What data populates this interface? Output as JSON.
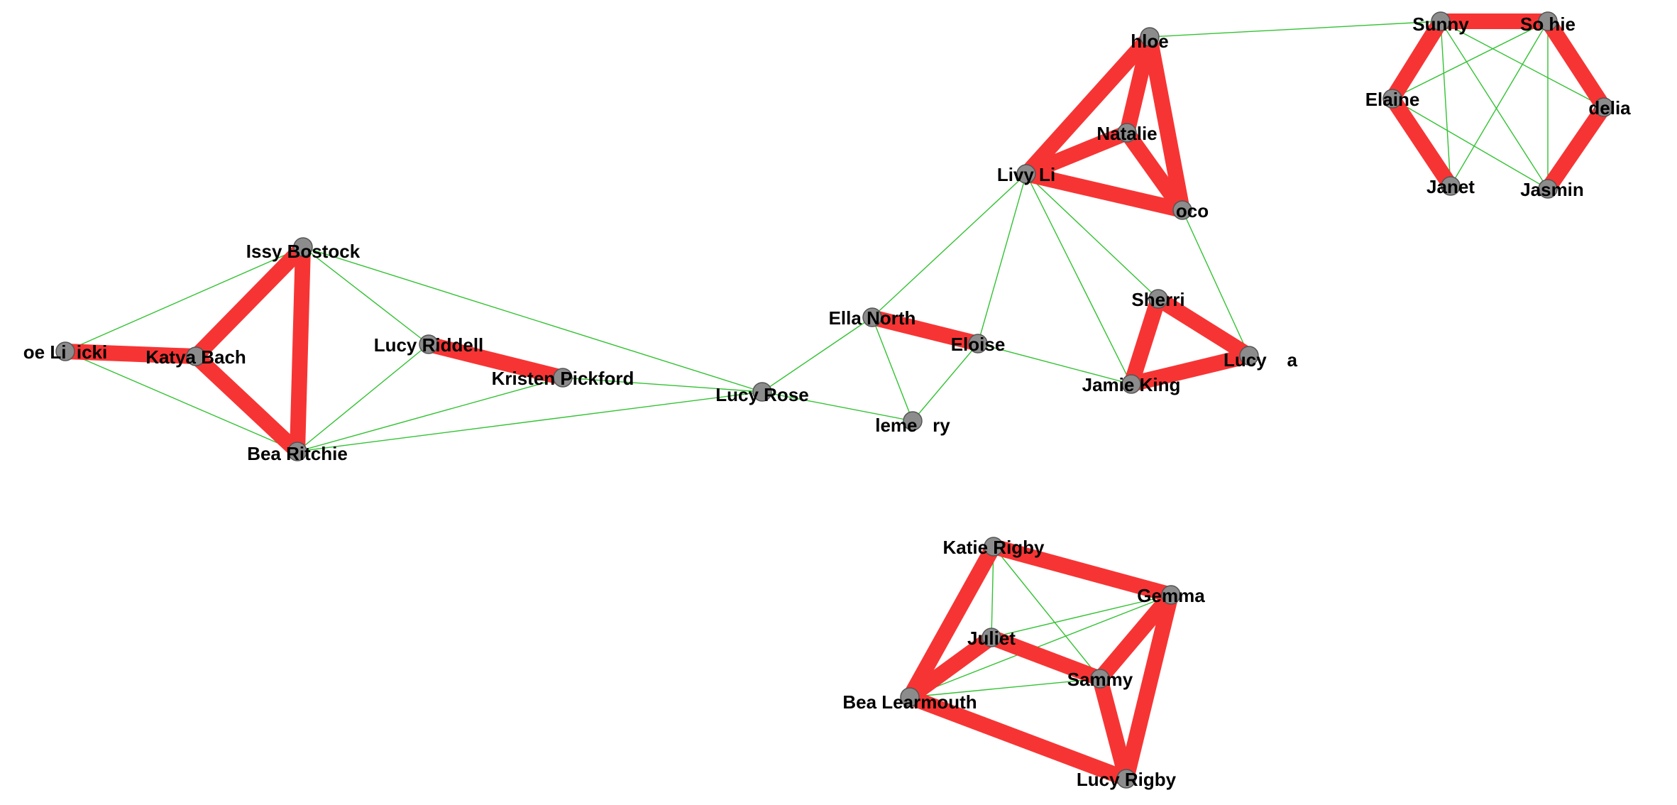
{
  "graph": {
    "nodes": [
      {
        "id": "chloe",
        "label": "hloe"
      },
      {
        "id": "natalie",
        "label": "Natalie"
      },
      {
        "id": "livy_li",
        "label": "Livy Li"
      },
      {
        "id": "coco",
        "label": "oco"
      },
      {
        "id": "sunny",
        "label": "Sunny"
      },
      {
        "id": "sophie",
        "label": "So hie"
      },
      {
        "id": "elaine",
        "label": "Elaine"
      },
      {
        "id": "delia",
        "label": "delia"
      },
      {
        "id": "janet",
        "label": "Janet"
      },
      {
        "id": "jasmin",
        "label": "Jasmin"
      },
      {
        "id": "issy_bostock",
        "label": "Issy Bostock"
      },
      {
        "id": "katya_bach",
        "label": "Katya Bach"
      },
      {
        "id": "bea_ritchie",
        "label": "Bea Ritchie"
      },
      {
        "id": "zoe_lipicki",
        "label": "oe Li  icki"
      },
      {
        "id": "lucy_riddell",
        "label": "Lucy Riddell"
      },
      {
        "id": "kristen_pickford",
        "label": "Kristen Pickford"
      },
      {
        "id": "lucy_rose",
        "label": "Lucy Rose"
      },
      {
        "id": "ella_north",
        "label": "Ella North"
      },
      {
        "id": "eloise",
        "label": "Eloise"
      },
      {
        "id": "clemency",
        "label": "leme   ry"
      },
      {
        "id": "sherri",
        "label": "Sherri"
      },
      {
        "id": "lucy_a",
        "label": "Lucy    a"
      },
      {
        "id": "jamie_king",
        "label": "Jamie King"
      },
      {
        "id": "katie_rigby",
        "label": "Katie Rigby"
      },
      {
        "id": "gemma",
        "label": "Gemma"
      },
      {
        "id": "juliet",
        "label": "Juliet"
      },
      {
        "id": "sammy",
        "label": "Sammy"
      },
      {
        "id": "bea_learmouth",
        "label": "Bea Learmouth"
      },
      {
        "id": "lucy_rigby",
        "label": "Lucy Rigby"
      }
    ],
    "edges": [
      {
        "source": "chloe",
        "target": "natalie",
        "weight": "strong"
      },
      {
        "source": "chloe",
        "target": "livy_li",
        "weight": "strong"
      },
      {
        "source": "chloe",
        "target": "coco",
        "weight": "strong"
      },
      {
        "source": "natalie",
        "target": "livy_li",
        "weight": "strong"
      },
      {
        "source": "natalie",
        "target": "coco",
        "weight": "strong"
      },
      {
        "source": "livy_li",
        "target": "coco",
        "weight": "strong"
      },
      {
        "source": "chloe",
        "target": "sunny",
        "weight": "weak"
      },
      {
        "source": "sunny",
        "target": "sophie",
        "weight": "strong"
      },
      {
        "source": "sunny",
        "target": "elaine",
        "weight": "strong"
      },
      {
        "source": "sophie",
        "target": "delia",
        "weight": "strong"
      },
      {
        "source": "elaine",
        "target": "janet",
        "weight": "strong"
      },
      {
        "source": "delia",
        "target": "jasmin",
        "weight": "strong"
      },
      {
        "source": "sunny",
        "target": "delia",
        "weight": "weak"
      },
      {
        "source": "sunny",
        "target": "jasmin",
        "weight": "weak"
      },
      {
        "source": "sunny",
        "target": "janet",
        "weight": "weak"
      },
      {
        "source": "sophie",
        "target": "elaine",
        "weight": "weak"
      },
      {
        "source": "sophie",
        "target": "janet",
        "weight": "weak"
      },
      {
        "source": "sophie",
        "target": "jasmin",
        "weight": "weak"
      },
      {
        "source": "elaine",
        "target": "jasmin",
        "weight": "weak"
      },
      {
        "source": "issy_bostock",
        "target": "katya_bach",
        "weight": "strong"
      },
      {
        "source": "issy_bostock",
        "target": "bea_ritchie",
        "weight": "strong"
      },
      {
        "source": "katya_bach",
        "target": "bea_ritchie",
        "weight": "strong"
      },
      {
        "source": "zoe_lipicki",
        "target": "katya_bach",
        "weight": "strong"
      },
      {
        "source": "zoe_lipicki",
        "target": "issy_bostock",
        "weight": "weak"
      },
      {
        "source": "zoe_lipicki",
        "target": "bea_ritchie",
        "weight": "weak"
      },
      {
        "source": "lucy_riddell",
        "target": "kristen_pickford",
        "weight": "strong"
      },
      {
        "source": "issy_bostock",
        "target": "lucy_riddell",
        "weight": "weak"
      },
      {
        "source": "issy_bostock",
        "target": "lucy_rose",
        "weight": "weak"
      },
      {
        "source": "bea_ritchie",
        "target": "lucy_riddell",
        "weight": "weak"
      },
      {
        "source": "bea_ritchie",
        "target": "kristen_pickford",
        "weight": "weak"
      },
      {
        "source": "bea_ritchie",
        "target": "lucy_rose",
        "weight": "weak"
      },
      {
        "source": "kristen_pickford",
        "target": "lucy_rose",
        "weight": "weak"
      },
      {
        "source": "lucy_rose",
        "target": "ella_north",
        "weight": "weak"
      },
      {
        "source": "lucy_rose",
        "target": "clemency",
        "weight": "weak"
      },
      {
        "source": "ella_north",
        "target": "eloise",
        "weight": "strong"
      },
      {
        "source": "ella_north",
        "target": "clemency",
        "weight": "weak"
      },
      {
        "source": "eloise",
        "target": "clemency",
        "weight": "weak"
      },
      {
        "source": "ella_north",
        "target": "livy_li",
        "weight": "weak"
      },
      {
        "source": "eloise",
        "target": "livy_li",
        "weight": "weak"
      },
      {
        "source": "eloise",
        "target": "jamie_king",
        "weight": "weak"
      },
      {
        "source": "livy_li",
        "target": "sherri",
        "weight": "weak"
      },
      {
        "source": "livy_li",
        "target": "jamie_king",
        "weight": "weak"
      },
      {
        "source": "coco",
        "target": "lucy_a",
        "weight": "weak"
      },
      {
        "source": "sherri",
        "target": "lucy_a",
        "weight": "strong"
      },
      {
        "source": "sherri",
        "target": "jamie_king",
        "weight": "strong"
      },
      {
        "source": "lucy_a",
        "target": "jamie_king",
        "weight": "strong"
      },
      {
        "source": "katie_rigby",
        "target": "gemma",
        "weight": "strong"
      },
      {
        "source": "katie_rigby",
        "target": "bea_learmouth",
        "weight": "strong"
      },
      {
        "source": "juliet",
        "target": "sammy",
        "weight": "strong"
      },
      {
        "source": "juliet",
        "target": "bea_learmouth",
        "weight": "strong"
      },
      {
        "source": "gemma",
        "target": "sammy",
        "weight": "strong"
      },
      {
        "source": "gemma",
        "target": "lucy_rigby",
        "weight": "strong"
      },
      {
        "source": "sammy",
        "target": "lucy_rigby",
        "weight": "strong"
      },
      {
        "source": "bea_learmouth",
        "target": "lucy_rigby",
        "weight": "strong"
      },
      {
        "source": "katie_rigby",
        "target": "juliet",
        "weight": "weak"
      },
      {
        "source": "katie_rigby",
        "target": "sammy",
        "weight": "weak"
      },
      {
        "source": "juliet",
        "target": "gemma",
        "weight": "weak"
      },
      {
        "source": "bea_learmouth",
        "target": "gemma",
        "weight": "weak"
      },
      {
        "source": "bea_learmouth",
        "target": "sammy",
        "weight": "weak"
      }
    ],
    "colors": {
      "strong_edge": "#f73434",
      "weak_edge": "#33c233",
      "node_fill": "#8c8c8c",
      "node_stroke": "#555555",
      "label": "#000000",
      "background": "#ffffff"
    }
  }
}
